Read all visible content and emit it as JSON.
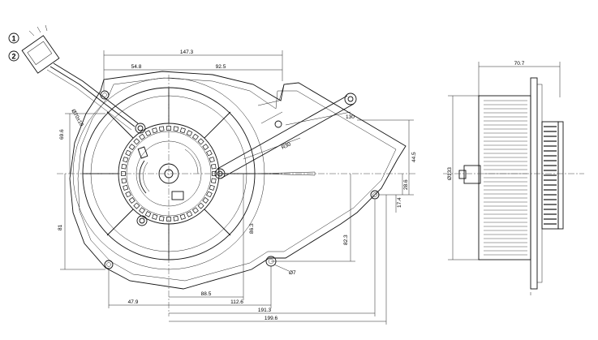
{
  "callouts": [
    "1",
    "2"
  ],
  "front_view": {
    "dimensions": {
      "overall_width": "147.3",
      "left_offset": "54.8",
      "right_offset": "92.5",
      "cable_diameter": "Ø70±10",
      "height_upper": "69.6",
      "height_total": "81",
      "arm_length": "130",
      "arm_radius": "R30",
      "right_upper": "44.5",
      "right_small": "28.6",
      "right_tiny": "17.4",
      "bottom_48": "47.9",
      "bottom_88": "88.5",
      "bottom_112": "112.6",
      "bottom_191": "191.3",
      "bottom_199": "199.6",
      "vertical_86": "86.3",
      "vertical_82": "82.3",
      "hole_diameter": "Ø7"
    }
  },
  "side_view": {
    "dimensions": {
      "width": "70.7",
      "diameter": "Ø133"
    }
  }
}
